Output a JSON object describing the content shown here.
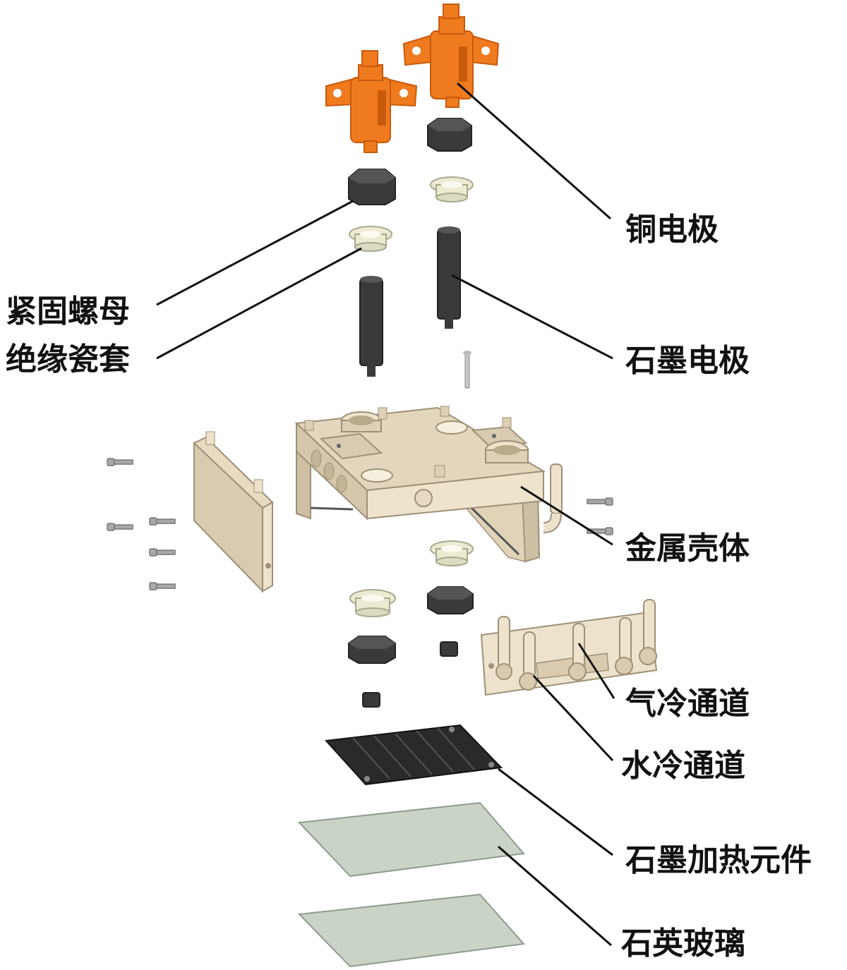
{
  "labels": {
    "copper_electrode": "铜电极",
    "lock_nut": "紧固螺母",
    "ceramic_sleeve": "绝缘瓷套",
    "graphite_electrode": "石墨电极",
    "metal_housing": "金属壳体",
    "air_channel": "气冷通道",
    "water_channel": "水冷通道",
    "graphite_heater": "石墨加热元件",
    "quartz_glass": "石英玻璃"
  },
  "colors": {
    "copper": "#f07a1e",
    "copper_dark": "#c85a0c",
    "graphite": "#3a3a3a",
    "graphite_dark": "#222222",
    "ceramic": "#ecebd2",
    "housing": "#e8dcc4",
    "housing_shade": "#cdbfa3",
    "housing_dark": "#b0a282",
    "heater": "#2a2a2a",
    "quartz": "#c9d4c7",
    "screw": "#a8a8a8"
  }
}
